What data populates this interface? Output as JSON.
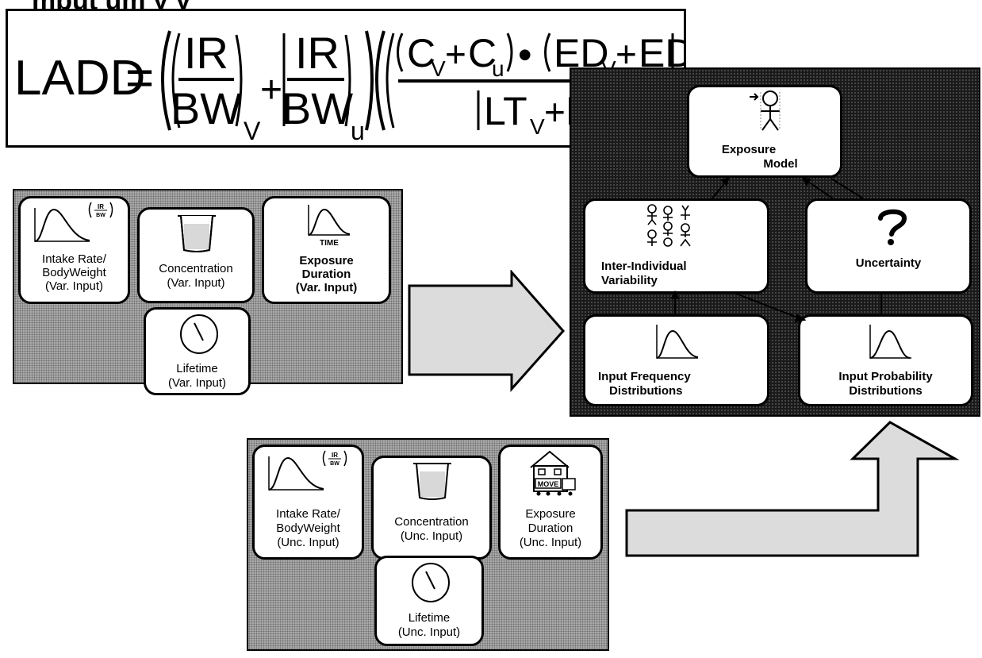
{
  "header_text": "  mput  um      y     y",
  "formula": {
    "lhs": "LADD",
    "equals": "=",
    "ir": "IR",
    "bw": "BW",
    "sub_v": "V",
    "sub_u": "u",
    "plus": "+",
    "c": "C",
    "dot": "•",
    "ed": "ED",
    "lt": "LT"
  },
  "variability_panel": {
    "intake": [
      "Intake Rate/",
      "BodyWeight",
      "(Var. Input)"
    ],
    "concentration": [
      "Concentration",
      "(Var. Input)"
    ],
    "exposure": [
      "Exposure",
      "Duration",
      "(Var. Input)"
    ],
    "lifetime": [
      "Lifetime",
      "(Var. Input)"
    ],
    "time_label": "TIME",
    "ir_bw_badge_top": "IR",
    "ir_bw_badge_bottom": "BW"
  },
  "uncertainty_panel": {
    "intake": [
      "Intake Rate/",
      "BodyWeight",
      "(Unc. Input)"
    ],
    "concentration": [
      "Concentration",
      "(Unc. Input)"
    ],
    "exposure": [
      "Exposure",
      "Duration",
      "(Unc. Input)"
    ],
    "lifetime": [
      "Lifetime",
      "(Unc. Input)"
    ],
    "house_sign": "MOVE",
    "ir_bw_badge_top": "IR",
    "ir_bw_badge_bottom": "BW"
  },
  "model_panel": {
    "exposure_model": [
      "Exposure",
      "Model"
    ],
    "inter_individual": [
      "Inter-Individual",
      "Variability"
    ],
    "uncertainty": "Uncertainty",
    "input_frequency": [
      "Input Frequency",
      "Distributions"
    ],
    "input_probability": [
      "Input Probability",
      "Distributions"
    ]
  },
  "colors": {
    "panel_grey": "#a9a9a9",
    "panel_dark": "#1a1a1a",
    "arrow_fill": "#dcdcdc"
  }
}
